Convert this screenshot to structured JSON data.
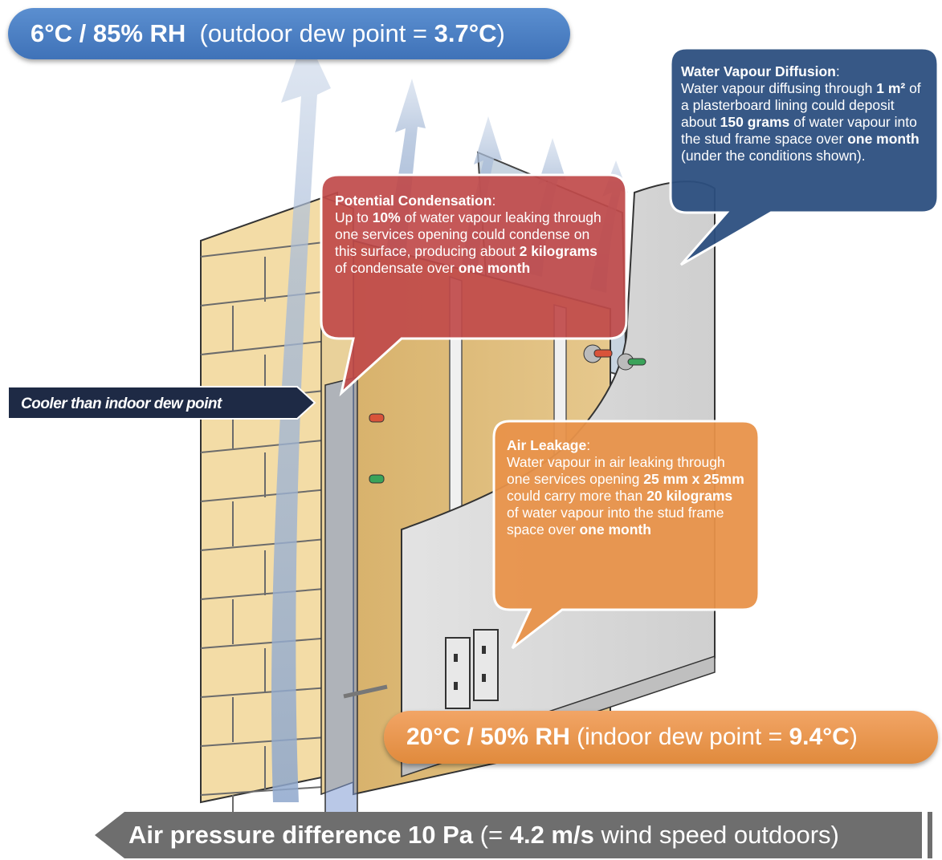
{
  "outdoor": {
    "condition": "6°C / 85% RH",
    "dewpoint_prefix": "(outdoor dew point = ",
    "dewpoint_value": "3.7°C",
    "dewpoint_suffix": ")"
  },
  "indoor": {
    "condition": "20°C / 50% RH",
    "dewpoint_prefix": "(indoor dew point = ",
    "dewpoint_value": "9.4°C",
    "dewpoint_suffix": ")"
  },
  "pressure": {
    "lead": "Air pressure difference 10 Pa",
    "paren_open": "(= ",
    "speed": "4.2 m/s",
    "tail": "wind speed outdoors)"
  },
  "cooler_label": "Cooler than indoor dew point",
  "diffusion": {
    "title": "Water Vapour Diffusion",
    "colon": ":",
    "t1": "Water vapour diffusing through",
    "b1": "1 m²",
    "t2": "of a plasterboard lining could deposit about",
    "b2": "150 grams",
    "t3": "of water vapour into the stud frame space over",
    "b3": "one month",
    "t4": "(under the conditions shown)."
  },
  "condensation": {
    "title": "Potential Condensation",
    "colon": ":",
    "t1": "Up to",
    "b1": "10%",
    "t2": "of water vapour leaking through one services opening could condense on this surface, producing about",
    "b2": "2 kilograms",
    "t3": "of condensate over",
    "b3": "one month"
  },
  "leakage": {
    "title": "Air Leakage",
    "colon": ":",
    "t1": "Water vapour in air leaking through one services opening",
    "b1": "25 mm x 25mm",
    "t2": "could carry more than",
    "b2": "20 kilograms",
    "t3": "of water vapour into the stud frame space over",
    "b3": "one month"
  },
  "colors": {
    "outdoor_blue": "#4a7fc4",
    "diffusion_navy": "#2c4f80",
    "condensation_red": "#c04a4a",
    "leakage_orange": "#e8924a",
    "label_dark": "#1e2a45",
    "pressure_grey": "#6e6e6e",
    "brick": "#f3dca6",
    "insulation": "#dcb77a",
    "plaster": "#d9d9d9"
  },
  "icons": [
    "brick-wall-icon",
    "vapour-arrow-icon",
    "power-outlet-icon",
    "pipe-red-icon",
    "pipe-green-icon"
  ]
}
